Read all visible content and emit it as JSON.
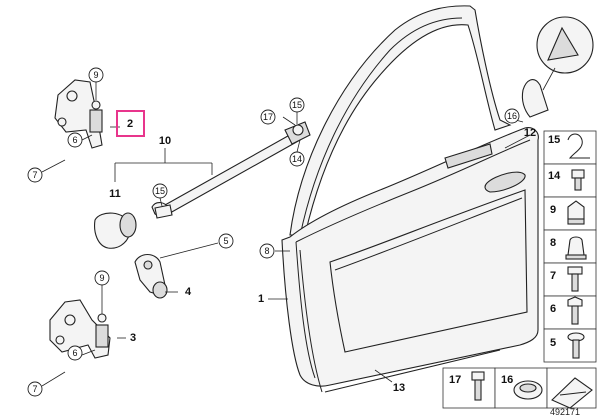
{
  "diagram_id": "492171",
  "highlight_color": "#e8358c",
  "labels": {
    "door": "1",
    "hinge_upper": "2",
    "hinge_lower": "3",
    "check_arm_bracket": "4",
    "screw_5": "5",
    "screw_6_upper": "6",
    "screw_6_lower": "6",
    "screw_7_upper": "7",
    "screw_7_lower": "7",
    "part_8": "8",
    "nut_9_upper": "9",
    "nut_9_lower": "9",
    "door_check": "10",
    "stopper": "11",
    "mirror_triangle": "12",
    "seal": "13",
    "part_14": "14",
    "part_15_upper": "15",
    "part_15_mid": "15",
    "part_16": "16",
    "part_17": "17"
  },
  "side_panel": {
    "items": [
      {
        "num": "15",
        "icon": "clip-icon"
      },
      {
        "num": "14",
        "icon": "bolt-icon"
      },
      {
        "num": "9",
        "icon": "nut-icon"
      },
      {
        "num": "8",
        "icon": "cap-icon"
      },
      {
        "num": "7",
        "icon": "torx-screw-icon"
      },
      {
        "num": "6",
        "icon": "hex-screw-icon"
      },
      {
        "num": "5",
        "icon": "screw-icon"
      }
    ]
  },
  "bottom_panel": {
    "items": [
      {
        "num": "17",
        "icon": "bolt-icon"
      },
      {
        "num": "16",
        "icon": "plug-icon"
      }
    ]
  }
}
